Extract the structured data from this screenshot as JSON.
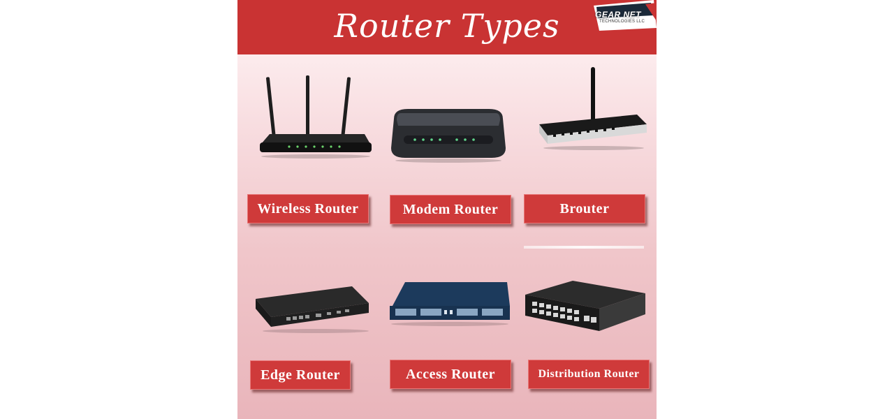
{
  "header": {
    "title": "Router Types",
    "logo_main": "GEAR NET",
    "logo_sub": "TECHNOLOGIES LLC"
  },
  "colors": {
    "header_red": "#c93333",
    "label_red": "#cf3a3a"
  },
  "routers": [
    {
      "label": "Wireless Router",
      "icon": "wireless-router-icon"
    },
    {
      "label": "Modem Router",
      "icon": "modem-router-icon"
    },
    {
      "label": "Brouter",
      "icon": "brouter-icon"
    },
    {
      "label": "Edge Router",
      "icon": "edge-router-icon"
    },
    {
      "label": "Access Router",
      "icon": "access-router-icon"
    },
    {
      "label": "Distribution Router",
      "icon": "distribution-router-icon"
    }
  ]
}
